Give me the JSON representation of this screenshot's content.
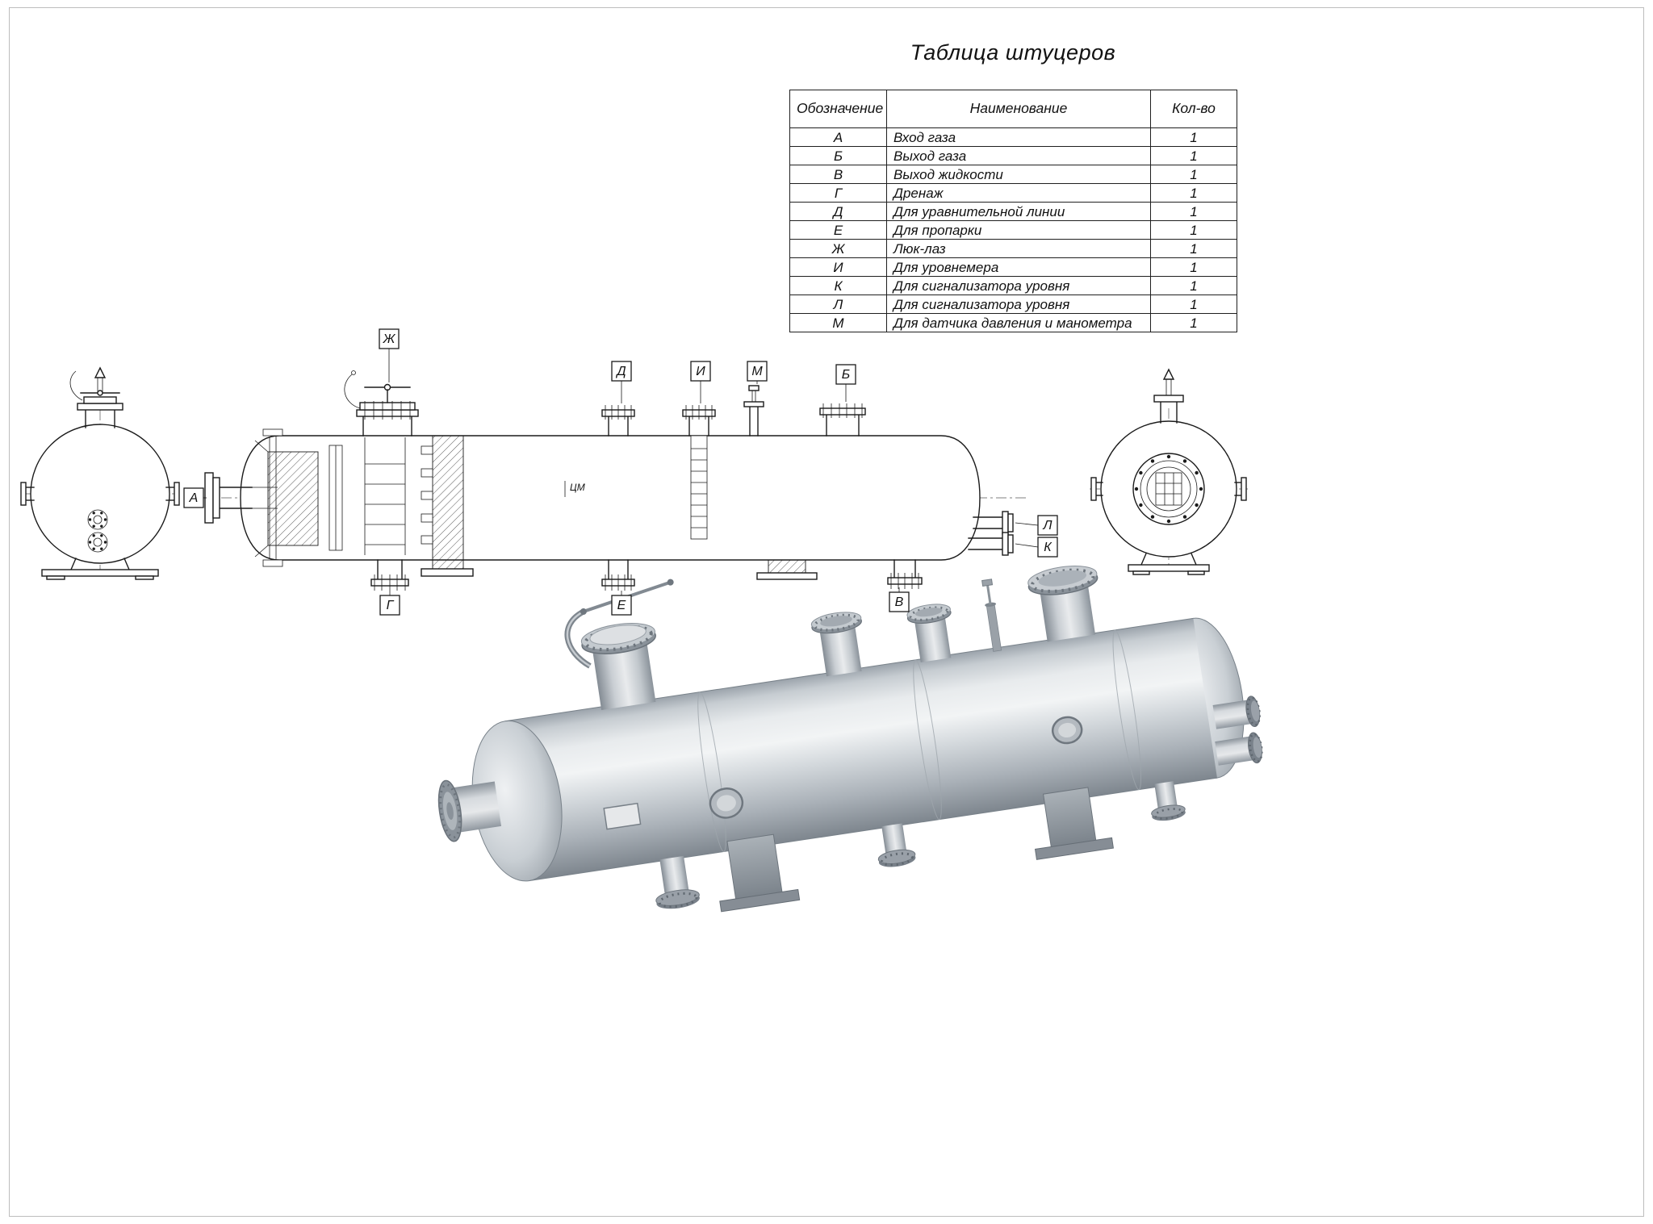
{
  "nozzle_table": {
    "title": "Таблица штуцеров",
    "headers": {
      "designation": "Обозначение",
      "name": "Наименование",
      "qty": "Кол-во"
    },
    "rows": [
      {
        "code": "А",
        "name": "Вход газа",
        "qty": "1"
      },
      {
        "code": "Б",
        "name": "Выход газа",
        "qty": "1"
      },
      {
        "code": "В",
        "name": "Выход жидкости",
        "qty": "1"
      },
      {
        "code": "Г",
        "name": "Дренаж",
        "qty": "1"
      },
      {
        "code": "Д",
        "name": "Для уравнительной линии",
        "qty": "1"
      },
      {
        "code": "Е",
        "name": "Для пропарки",
        "qty": "1"
      },
      {
        "code": "Ж",
        "name": "Люк-лаз",
        "qty": "1"
      },
      {
        "code": "И",
        "name": "Для уровнемера",
        "qty": "1"
      },
      {
        "code": "К",
        "name": "Для сигнализатора уровня",
        "qty": "1"
      },
      {
        "code": "Л",
        "name": "Для сигнализатора уровня",
        "qty": "1"
      },
      {
        "code": "М",
        "name": "Для датчика давления и манометра",
        "qty": "1"
      }
    ]
  },
  "callouts": {
    "a": "А",
    "b": "Б",
    "v": "В",
    "g": "Г",
    "d": "Д",
    "e": "Е",
    "zh": "Ж",
    "i": "И",
    "k": "К",
    "l": "Л",
    "m": "М"
  },
  "annotations": {
    "center_mark": "ЦМ"
  },
  "colors": {
    "line": "#1b1b1b",
    "metal_light": "#eef0f2",
    "metal_mid": "#c6ccd1",
    "metal_dark": "#7e868e"
  }
}
